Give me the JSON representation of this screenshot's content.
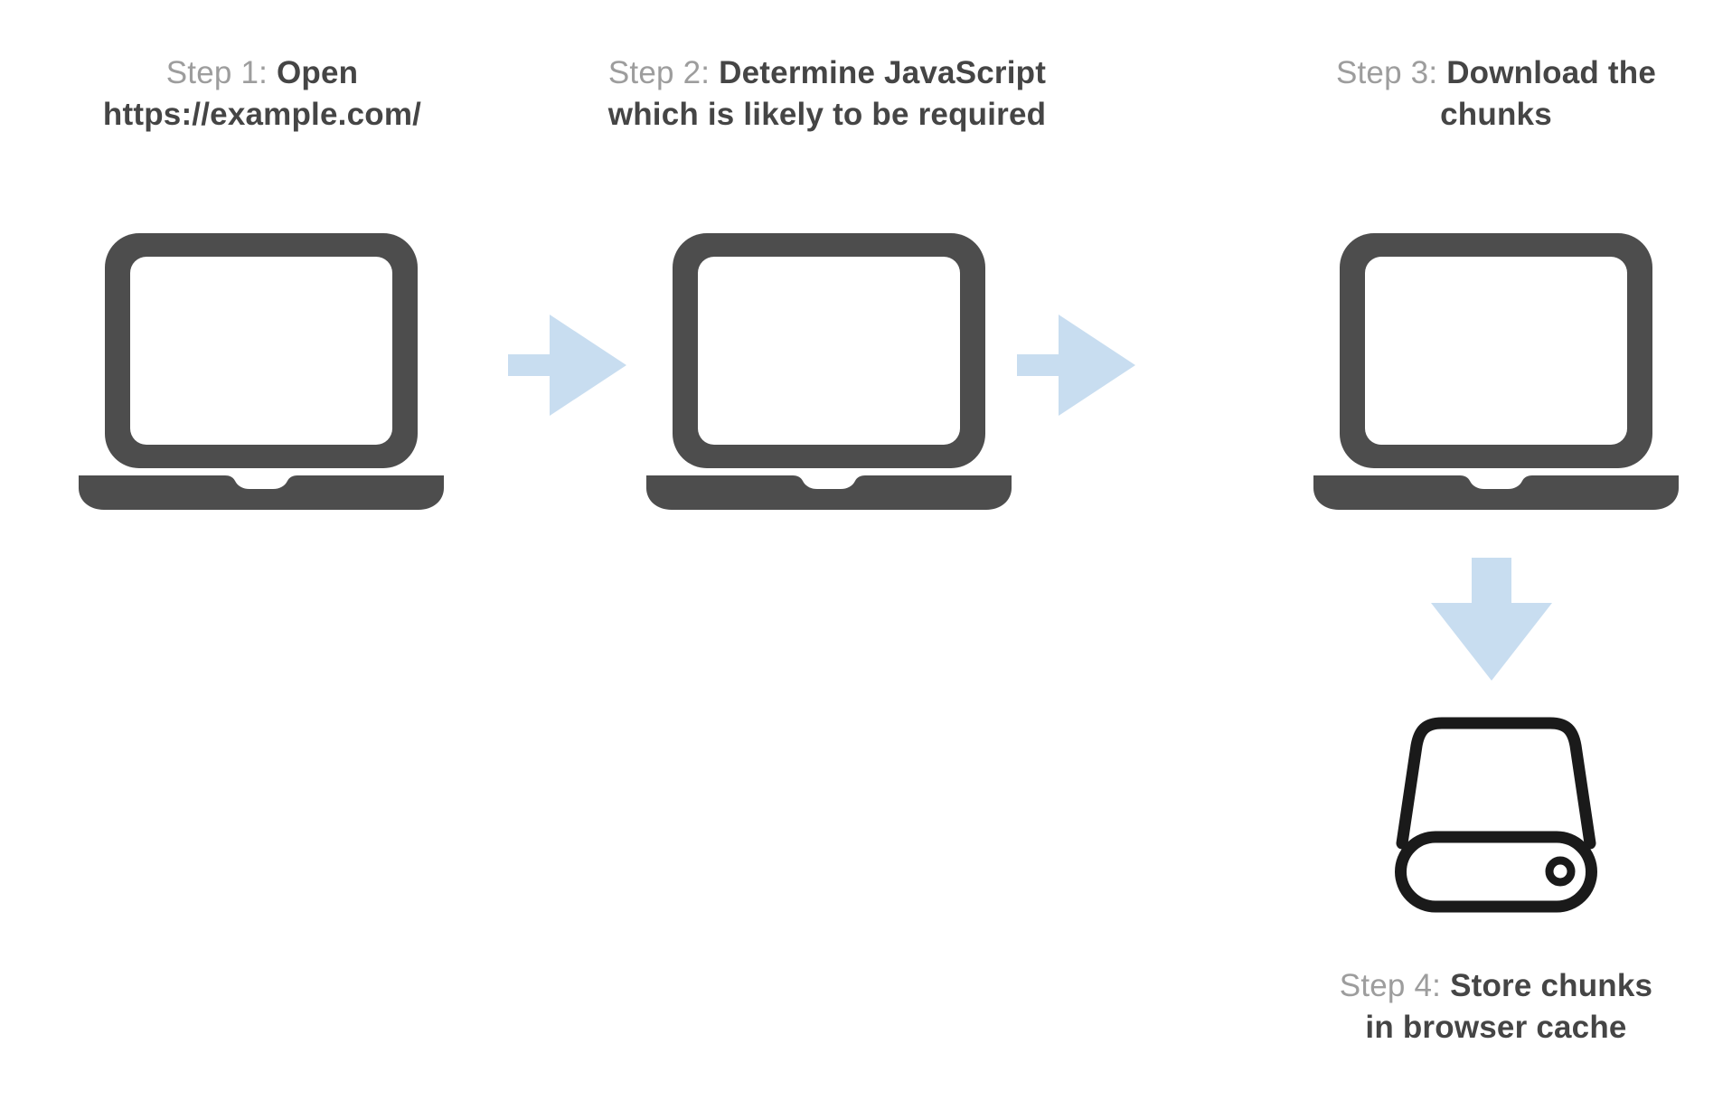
{
  "diagram_title": "",
  "colors": {
    "background": "#ffffff",
    "laptop": "#4d4d4d",
    "screen_fill": "#ffffff",
    "arrow": "#c8ddf0",
    "muted_text": "#9d9d9d",
    "bold_text": "#454545",
    "drive_stroke": "#1a1a1a",
    "drive_fill": "#ffffff"
  },
  "steps": [
    {
      "id": 1,
      "prefix": "Step 1:",
      "line1_bold": "Open",
      "line2_bold": "https://example.com/",
      "icon": "laptop-icon"
    },
    {
      "id": 2,
      "prefix": "Step 2:",
      "line1_bold": "Determine JavaScript",
      "line2_bold": "which is likely to be required",
      "icon": "laptop-icon"
    },
    {
      "id": 3,
      "prefix": "Step 3:",
      "line1_bold": "Download the",
      "line2_bold": "chunks",
      "icon": "laptop-icon"
    },
    {
      "id": 4,
      "prefix": "Step 4:",
      "line1_bold": "Store chunks",
      "line2_bold": "in browser cache",
      "icon": "hard-drive-icon"
    }
  ],
  "connectors": [
    {
      "from": 1,
      "to": 2,
      "direction": "right"
    },
    {
      "from": 2,
      "to": 3,
      "direction": "right"
    },
    {
      "from": 3,
      "to": 4,
      "direction": "down"
    }
  ]
}
